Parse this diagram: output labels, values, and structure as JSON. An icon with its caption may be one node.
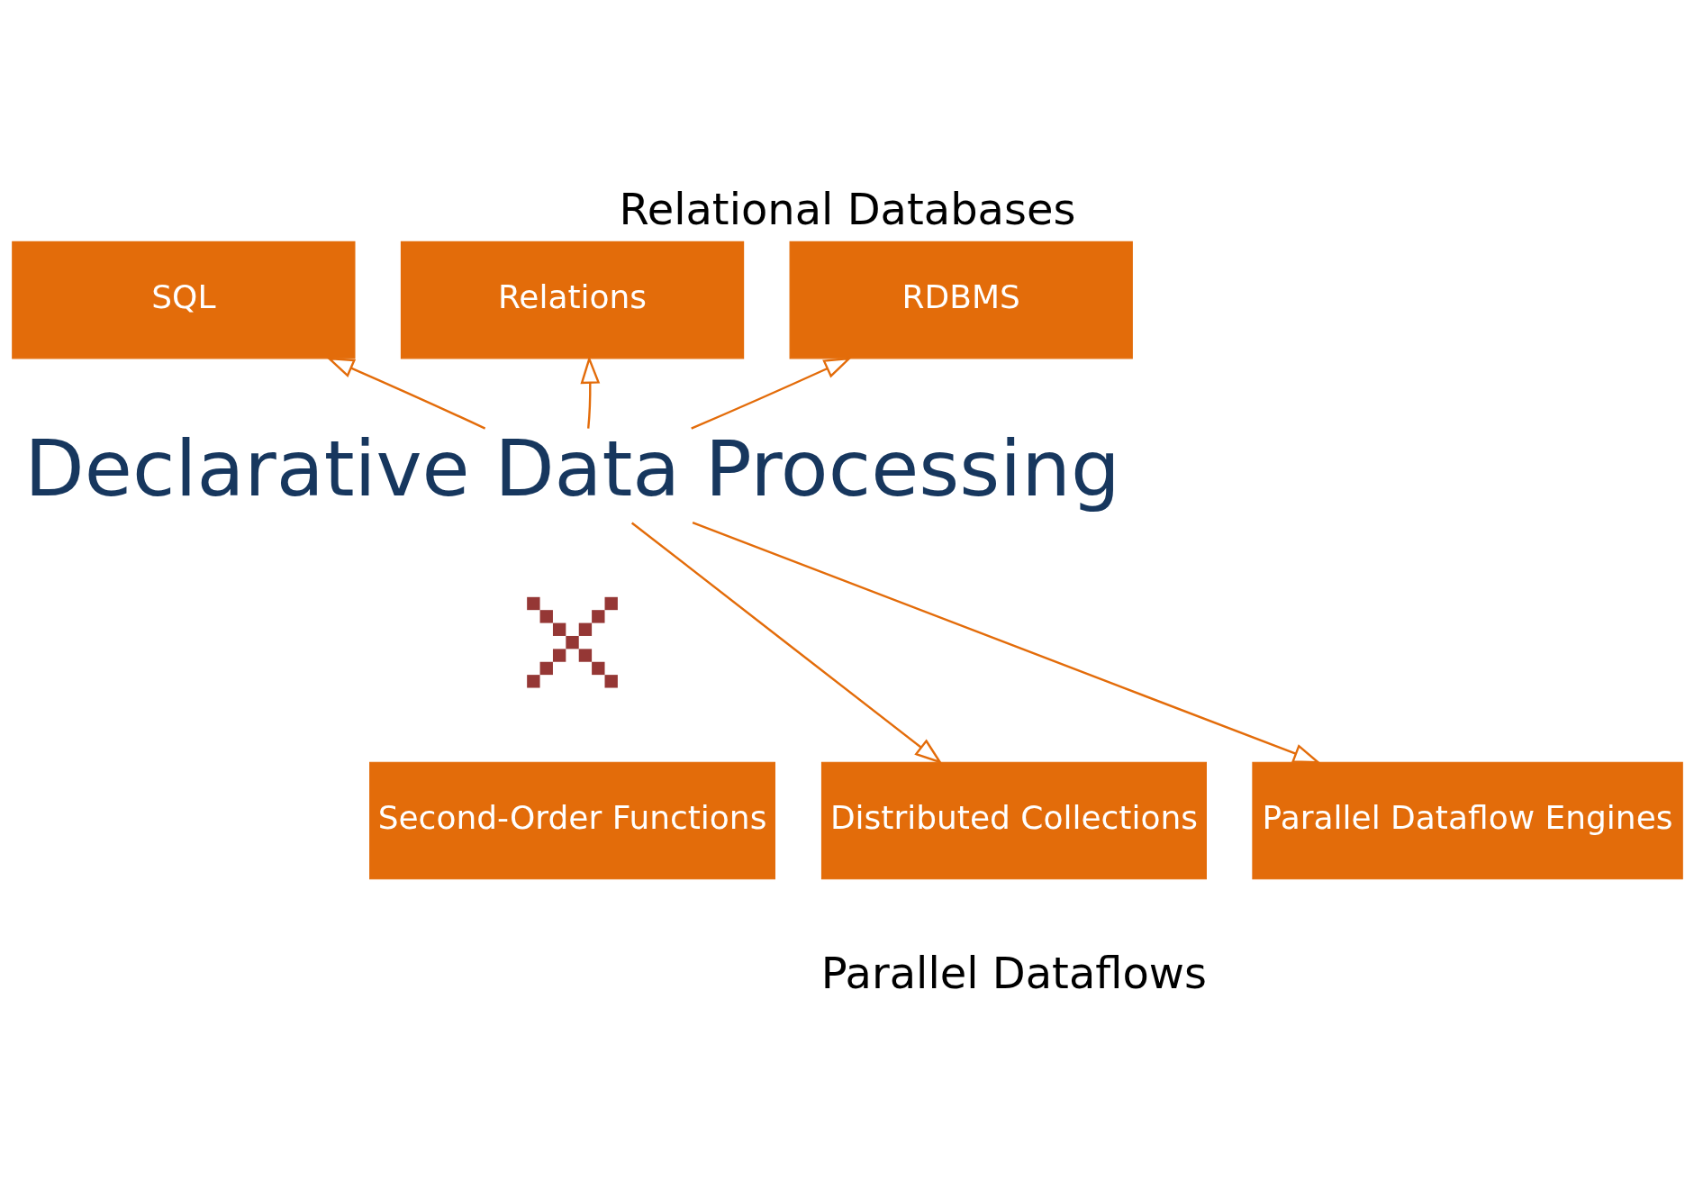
{
  "diagram": {
    "title": "Relational Databases",
    "caption": "Parallel Dataflows",
    "nodes": [
      {
        "text": [
          "SQL"
        ]
      },
      {
        "text": [
          "Relations"
        ]
      },
      {
        "text": [
          "RDBMS"
        ]
      },
      {
        "text": [
          "Declarative Data Processing"
        ]
      },
      {
        "text": [],
        "shape": "cross"
      },
      {
        "text": [
          "Second-Order Functions"
        ]
      },
      {
        "text": [
          "Distributed Collections"
        ]
      },
      {
        "text": [
          "Parallel Dataflow Engines"
        ]
      }
    ],
    "edges": [
      {
        "from": 3,
        "to": 0,
        "arrow": "to"
      },
      {
        "from": 3,
        "to": 1,
        "arrow": "to"
      },
      {
        "from": 3,
        "to": 2,
        "arrow": "to"
      },
      {
        "from": 3,
        "to": 6,
        "arrow": "to"
      },
      {
        "from": 3,
        "to": 7,
        "arrow": "to"
      }
    ]
  }
}
